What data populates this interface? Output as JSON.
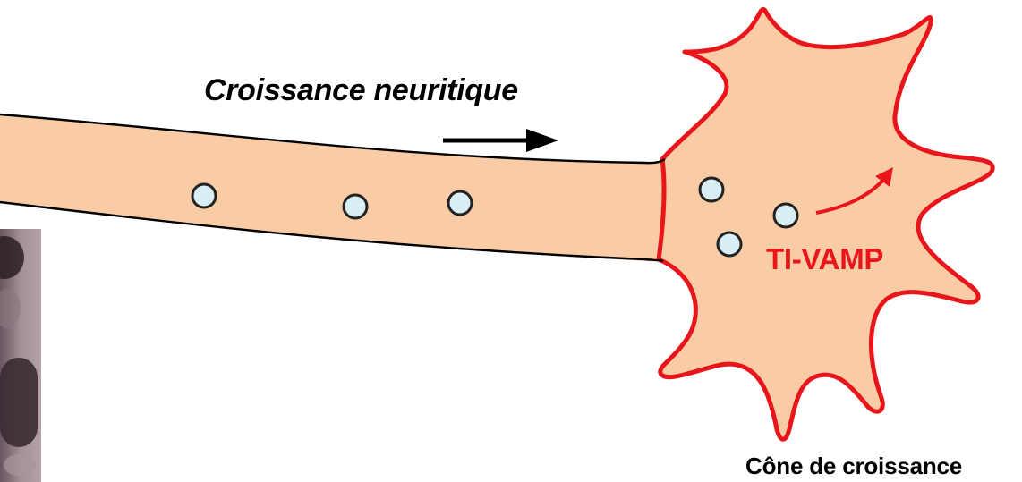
{
  "diagram": {
    "neurite_growth_label": "Croissance neuritique",
    "protein_label": "TI-VAMP",
    "growth_cone_label": "Cône de croissance"
  },
  "colors": {
    "cytoplasm_fill": "#f9cca6",
    "cone_outline": "#e8161b",
    "neurite_outline": "#000000",
    "vesicle_fill": "#d8eef3",
    "vesicle_outline": "#222222",
    "arrow": "#000000",
    "protein_arrow": "#e8161b",
    "label_red": "#e8161b"
  }
}
